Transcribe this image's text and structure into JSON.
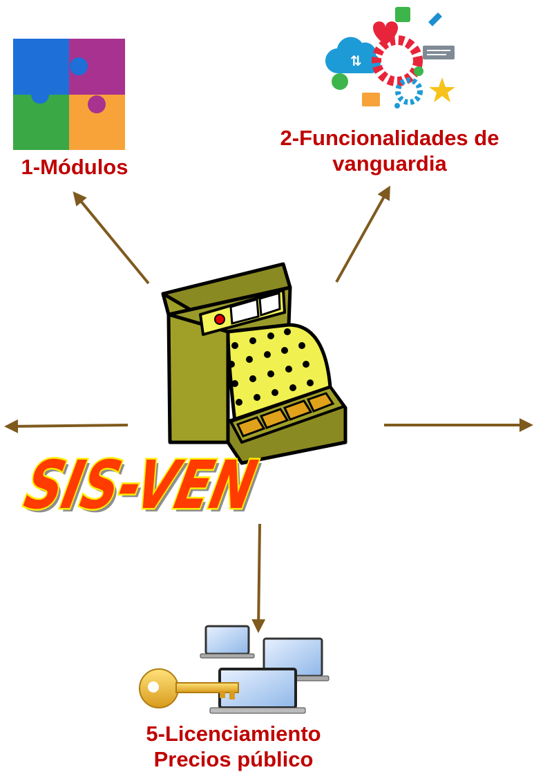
{
  "diagram": {
    "center": {
      "brand": "SIS-VEN",
      "image": "cash-register"
    },
    "nodes": [
      {
        "id": "modulos",
        "label": "1-Módulos",
        "icon": "puzzle-icon"
      },
      {
        "id": "funcionalidades",
        "label_line1": "2-Funcionalidades de",
        "label_line2": "vanguardia",
        "icon": "gears-social-icon"
      },
      {
        "id": "licenciamiento",
        "label_line1": "5-Licenciamiento",
        "label_line2": "Precios público",
        "icon": "license-key-laptops-icon"
      }
    ],
    "colors": {
      "label": "#c00000",
      "arrow": "#7f5a1e",
      "register_body": "#9a9a2a",
      "register_keys": "#f0f050",
      "brand_fill": "#ff3b00",
      "brand_outline": "#ffee00"
    }
  }
}
